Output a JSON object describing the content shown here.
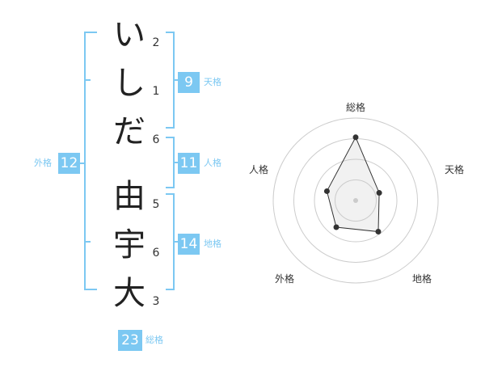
{
  "name": {
    "characters": [
      {
        "char": "い",
        "strokes": "2"
      },
      {
        "char": "し",
        "strokes": "1"
      },
      {
        "char": "だ",
        "strokes": "6"
      },
      {
        "char": "由",
        "strokes": "5"
      },
      {
        "char": "宇",
        "strokes": "6"
      },
      {
        "char": "大",
        "strokes": "3"
      }
    ]
  },
  "fortune": {
    "tenkaku": {
      "value": "9",
      "label": "天格"
    },
    "jinkaku": {
      "value": "11",
      "label": "人格"
    },
    "chikaku": {
      "value": "14",
      "label": "地格"
    },
    "gaikaku": {
      "value": "12",
      "label": "外格"
    },
    "soukaku": {
      "value": "23",
      "label": "総格"
    }
  },
  "colors": {
    "accent": "#7cc8f2",
    "bracket": "#7cc8f2"
  },
  "chart_data": {
    "type": "radar",
    "axes": [
      "総格",
      "天格",
      "地格",
      "外格",
      "人格"
    ],
    "values": [
      23,
      9,
      14,
      12,
      11
    ],
    "rlim": [
      0,
      30
    ],
    "rings": 4
  }
}
